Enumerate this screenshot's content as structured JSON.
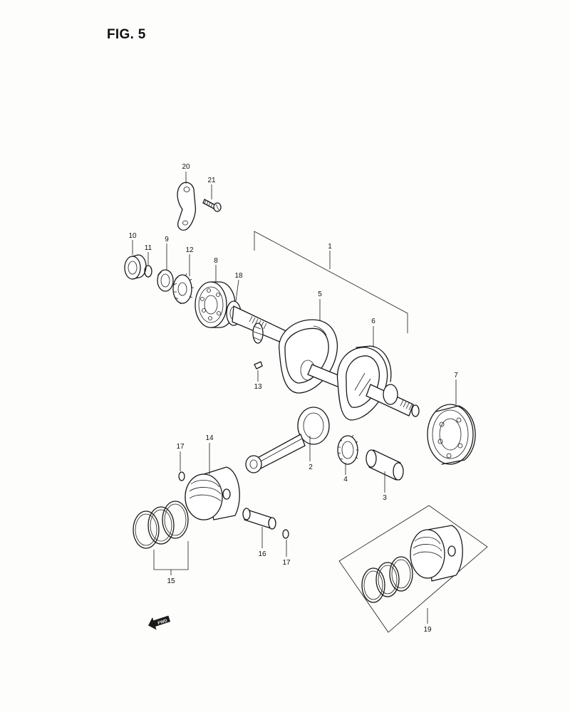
{
  "figure": {
    "title": "FIG. 5",
    "fwd_label": "FWD"
  },
  "callouts": {
    "c1": "1",
    "c2": "2",
    "c3": "3",
    "c4": "4",
    "c5": "5",
    "c6": "6",
    "c7": "7",
    "c8": "8",
    "c9": "9",
    "c10": "10",
    "c11": "11",
    "c12": "12",
    "c13": "13",
    "c14": "14",
    "c15": "15",
    "c16": "16",
    "c17a": "17",
    "c17b": "17",
    "c18": "18",
    "c19": "19",
    "c20": "20",
    "c21": "21"
  }
}
